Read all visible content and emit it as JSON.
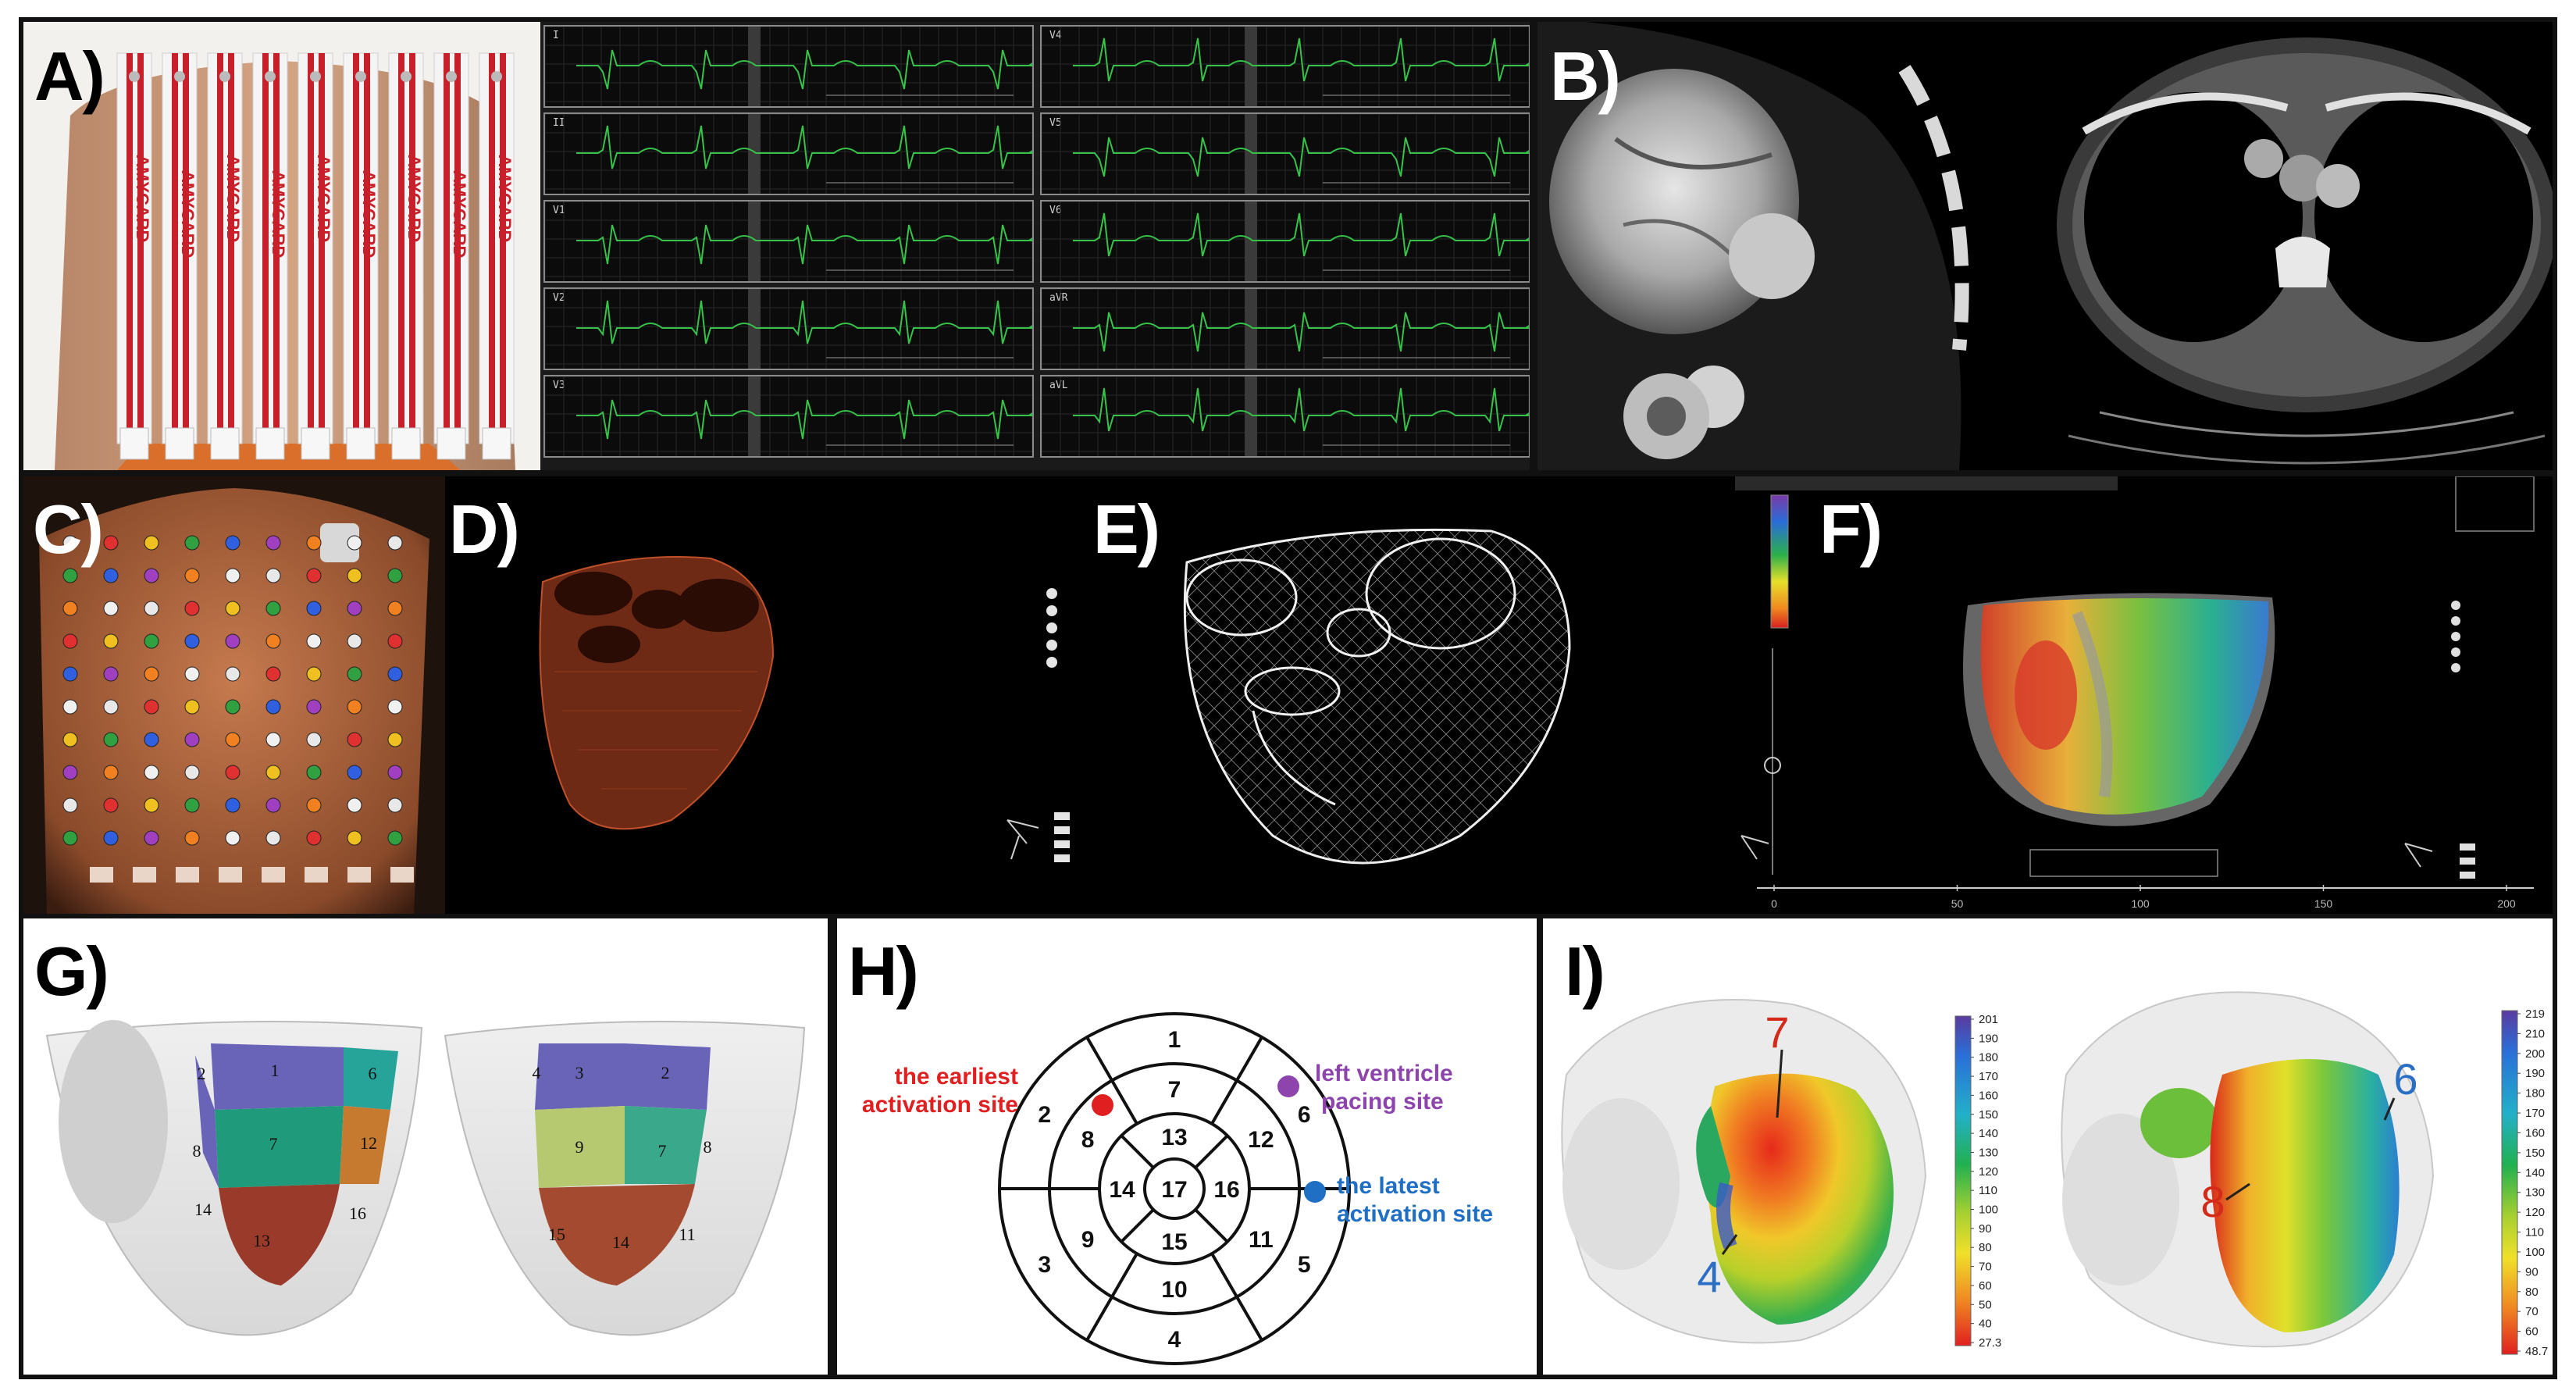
{
  "panels": {
    "A": {
      "letter": "A)",
      "electrode_brand": "AMYCARD",
      "ecg_leads": [
        "I",
        "II",
        "V1",
        "V2",
        "V3",
        "V4",
        "V5",
        "V6",
        "aVR",
        "aVL"
      ]
    },
    "B": {
      "letter": "B)"
    },
    "C": {
      "letter": "C)"
    },
    "D": {
      "letter": "D)"
    },
    "E": {
      "letter": "E)"
    },
    "F": {
      "letter": "F)",
      "timeline_ticks": [
        "0",
        "50",
        "100",
        "150",
        "200"
      ]
    },
    "G": {
      "letter": "G)",
      "left_segments": [
        "1",
        "2",
        "6",
        "7",
        "8",
        "12",
        "13",
        "14",
        "16"
      ],
      "right_segments": [
        "2",
        "3",
        "4",
        "7",
        "8",
        "9",
        "11",
        "14",
        "15"
      ]
    },
    "H": {
      "letter": "H)",
      "segments": [
        "1",
        "2",
        "3",
        "4",
        "5",
        "6",
        "7",
        "8",
        "9",
        "10",
        "11",
        "12",
        "13",
        "14",
        "15",
        "16",
        "17"
      ],
      "earliest_label_line1": "the earliest",
      "earliest_label_line2": "activation site",
      "pacing_label_line1": "left ventricle",
      "pacing_label_line2": "pacing site",
      "latest_label_line1": "the latest",
      "latest_label_line2": "activation site",
      "colors": {
        "earliest": "#e02020",
        "pacing": "#8e44ad",
        "latest": "#1f6fc4"
      }
    },
    "I": {
      "letter": "I)",
      "left_markers": {
        "earliest": "7",
        "latest": "4"
      },
      "right_markers": {
        "earliest": "8",
        "latest": "6"
      },
      "left_colorbar": {
        "max": "201",
        "ticks": [
          "190",
          "180",
          "170",
          "160",
          "150",
          "140",
          "130",
          "120",
          "110",
          "100",
          "90",
          "80",
          "70",
          "60",
          "50",
          "40"
        ],
        "min": "27.3"
      },
      "right_colorbar": {
        "max": "219",
        "ticks": [
          "210",
          "200",
          "190",
          "180",
          "170",
          "160",
          "150",
          "140",
          "130",
          "120",
          "110",
          "100",
          "90",
          "80",
          "70",
          "60"
        ],
        "min": "48.7"
      }
    }
  }
}
